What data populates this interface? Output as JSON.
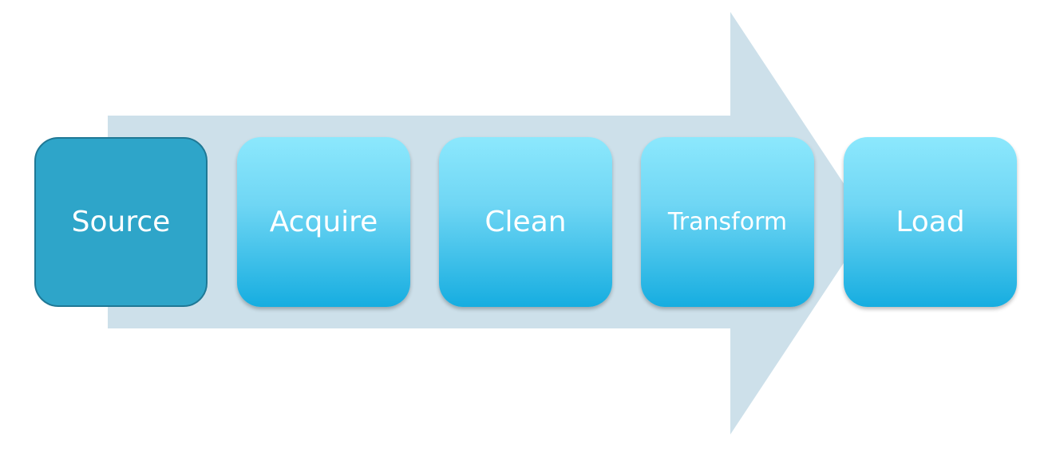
{
  "steps": [
    {
      "label": "Source"
    },
    {
      "label": "Acquire"
    },
    {
      "label": "Clean"
    },
    {
      "label": "Transform"
    },
    {
      "label": "Load"
    }
  ],
  "colors": {
    "arrow": "#cde0ea",
    "source": "#2ea5c9",
    "step_top": "#8ce8fd",
    "step_bottom": "#16ade0"
  }
}
